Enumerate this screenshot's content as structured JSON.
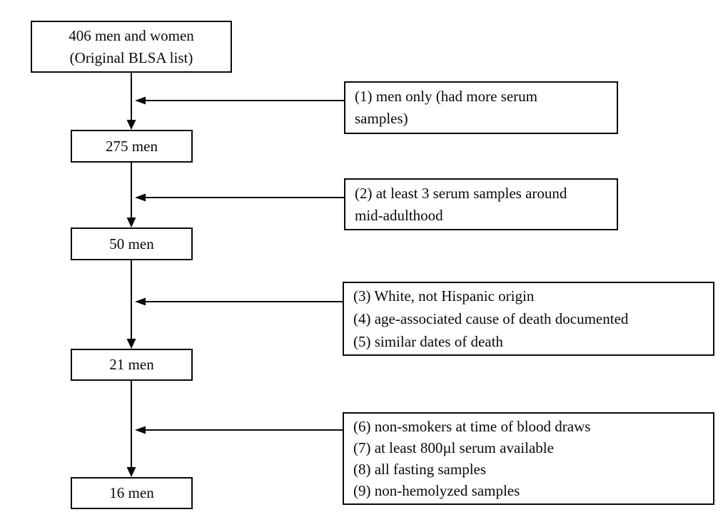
{
  "diagram": {
    "title_hint": "participant selection flowchart",
    "colors": {
      "background": "#ffffff",
      "line": "#0a0a0a",
      "text": "#0a0a0a"
    },
    "flow_boxes": {
      "original": {
        "lines": [
          "406 men and women",
          "(Original BLSA list)"
        ]
      },
      "step1": {
        "label": "275 men"
      },
      "step2": {
        "label": "50 men"
      },
      "step3": {
        "label": "21 men"
      },
      "step4": {
        "label": "16 men"
      }
    },
    "criteria_boxes": {
      "c1": {
        "lines": [
          "(1) men only (had more serum",
          "samples)"
        ]
      },
      "c2": {
        "lines": [
          "(2) at least 3 serum samples around",
          "mid-adulthood"
        ]
      },
      "c3": {
        "lines": [
          "(3) White, not Hispanic origin",
          "(4) age-associated cause of death documented",
          "(5) similar dates of death"
        ]
      },
      "c4": {
        "lines": [
          "(6) non-smokers at time of blood draws",
          "(7) at least 800µl serum available",
          "(8) all fasting samples",
          "(9) non-hemolyzed samples"
        ]
      }
    }
  }
}
